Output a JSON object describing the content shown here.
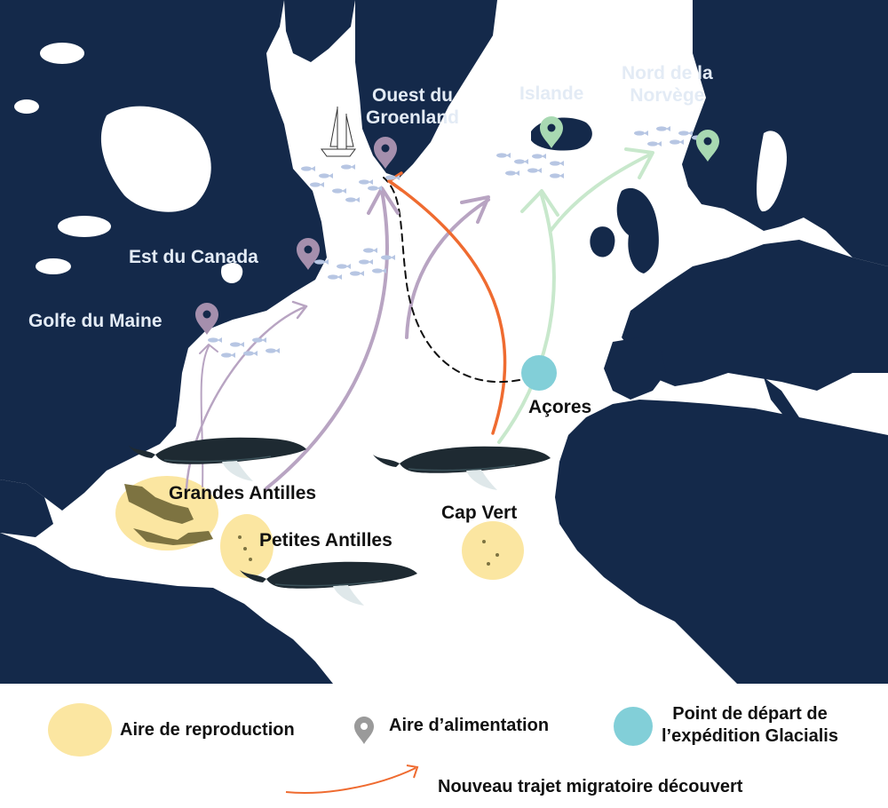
{
  "colors": {
    "land": "#14294a",
    "ocean": "#ffffff",
    "breeding_area": "#fbe6a1",
    "feeding_pin_purple": "#a58fad",
    "feeding_pin_green": "#a8d9b2",
    "feeding_pin_legend": "#9a9a9a",
    "expedition_start": "#82cfd8",
    "route_purple": "#b8a4c2",
    "route_green": "#c8e8cc",
    "route_new": "#ef6b30",
    "route_dashed": "#111111",
    "fish": "#b7c6e3"
  },
  "map": {
    "labels": {
      "ouest_groenland": "Ouest du\nGroenland",
      "islande": "Islande",
      "nord_norvege": "Nord de la\nNorvège",
      "est_canada": "Est du Canada",
      "golfe_maine": "Golfe du Maine",
      "acores": "Açores",
      "grandes_antilles": "Grandes Antilles",
      "petites_antilles": "Petites Antilles",
      "cap_vert": "Cap Vert"
    },
    "icons": {
      "ship": "sailboat-icon",
      "feeding": "map-pin-icon",
      "whale": "humpback-whale-icon",
      "fish": "fish-school-icon"
    }
  },
  "legend": {
    "breeding": "Aire de reproduction",
    "feeding": "Aire d’alimentation",
    "start_point": "Point de départ de\nl’expédition Glacialis",
    "new_route": "Nouveau trajet migratoire découvert"
  }
}
